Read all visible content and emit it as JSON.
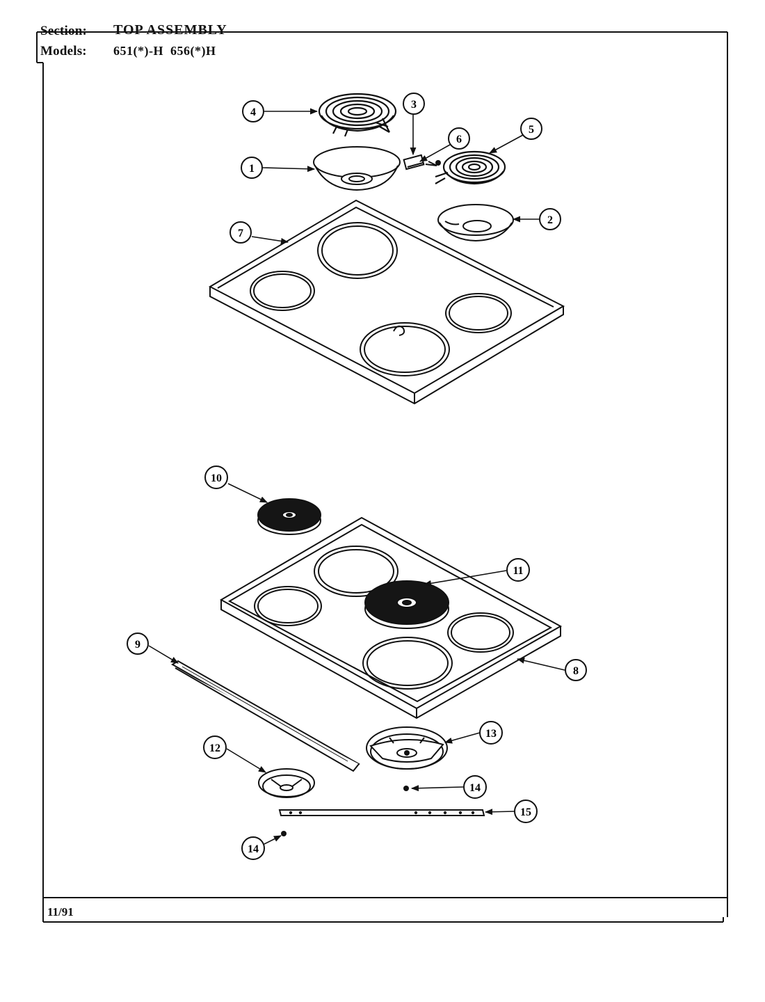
{
  "header": {
    "section_label": "Section:",
    "section_value": "TOP ASSEMBLY",
    "models_label": "Models:",
    "models_value": "651(*)-H  656(*)H"
  },
  "footer": {
    "date": "11/91"
  },
  "callouts": [
    "1",
    "2",
    "3",
    "4",
    "5",
    "6",
    "7",
    "8",
    "9",
    "10",
    "11",
    "12",
    "13",
    "14",
    "14",
    "15"
  ],
  "parts": [
    {
      "ref": "1",
      "icon": "drip-bowl-icon"
    },
    {
      "ref": "2",
      "icon": "drip-bowl-icon"
    },
    {
      "ref": "3",
      "icon": "terminal-block-icon"
    },
    {
      "ref": "4",
      "icon": "surface-element-icon"
    },
    {
      "ref": "5",
      "icon": "surface-element-icon"
    },
    {
      "ref": "6",
      "icon": "receptacle-icon"
    },
    {
      "ref": "7",
      "icon": "cooktop-icon"
    },
    {
      "ref": "8",
      "icon": "cooktop-icon"
    },
    {
      "ref": "9",
      "icon": "trim-strip-icon"
    },
    {
      "ref": "10",
      "icon": "solid-element-icon"
    },
    {
      "ref": "11",
      "icon": "solid-element-icon"
    },
    {
      "ref": "12",
      "icon": "element-bracket-icon"
    },
    {
      "ref": "13",
      "icon": "element-bracket-icon"
    },
    {
      "ref": "14",
      "icon": "screw-icon"
    },
    {
      "ref": "15",
      "icon": "support-bar-icon"
    }
  ],
  "colors": {
    "line": "#111111",
    "paper": "#ffffff",
    "solid_element": "#151515"
  }
}
